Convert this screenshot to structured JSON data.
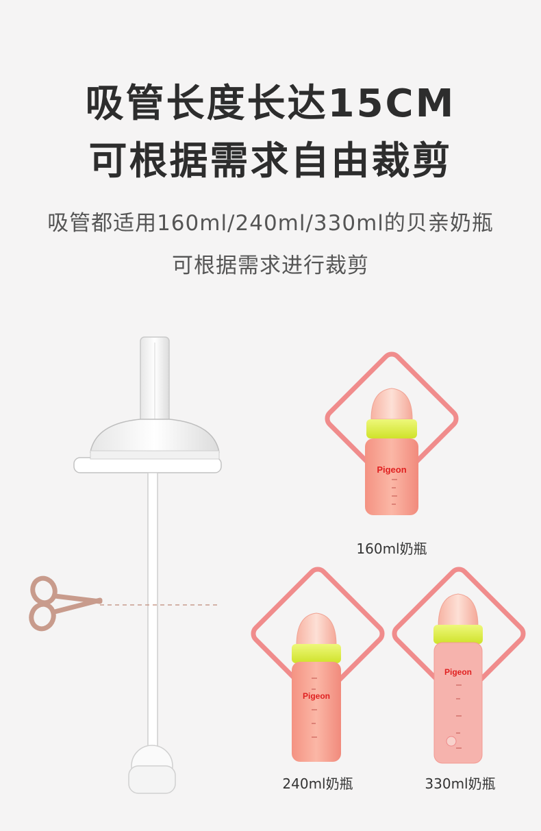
{
  "headline": {
    "line1": "吸管长度长达15CM",
    "line2": "可根据需求自由裁剪"
  },
  "subtitle": {
    "line1": "吸管都适用160ml/240ml/330ml的贝亲奶瓶",
    "line2": "可根据需求进行裁剪"
  },
  "bottles": [
    {
      "label": "160ml奶瓶",
      "brand": "Pigeon"
    },
    {
      "label": "240ml奶瓶",
      "brand": "Pigeon"
    },
    {
      "label": "330ml奶瓶",
      "brand": "Pigeon"
    }
  ],
  "colors": {
    "diamond": "#f08c8c",
    "bottle": "#f7a090",
    "collar": "#dcef3a",
    "scissors": "#c89b8c"
  }
}
